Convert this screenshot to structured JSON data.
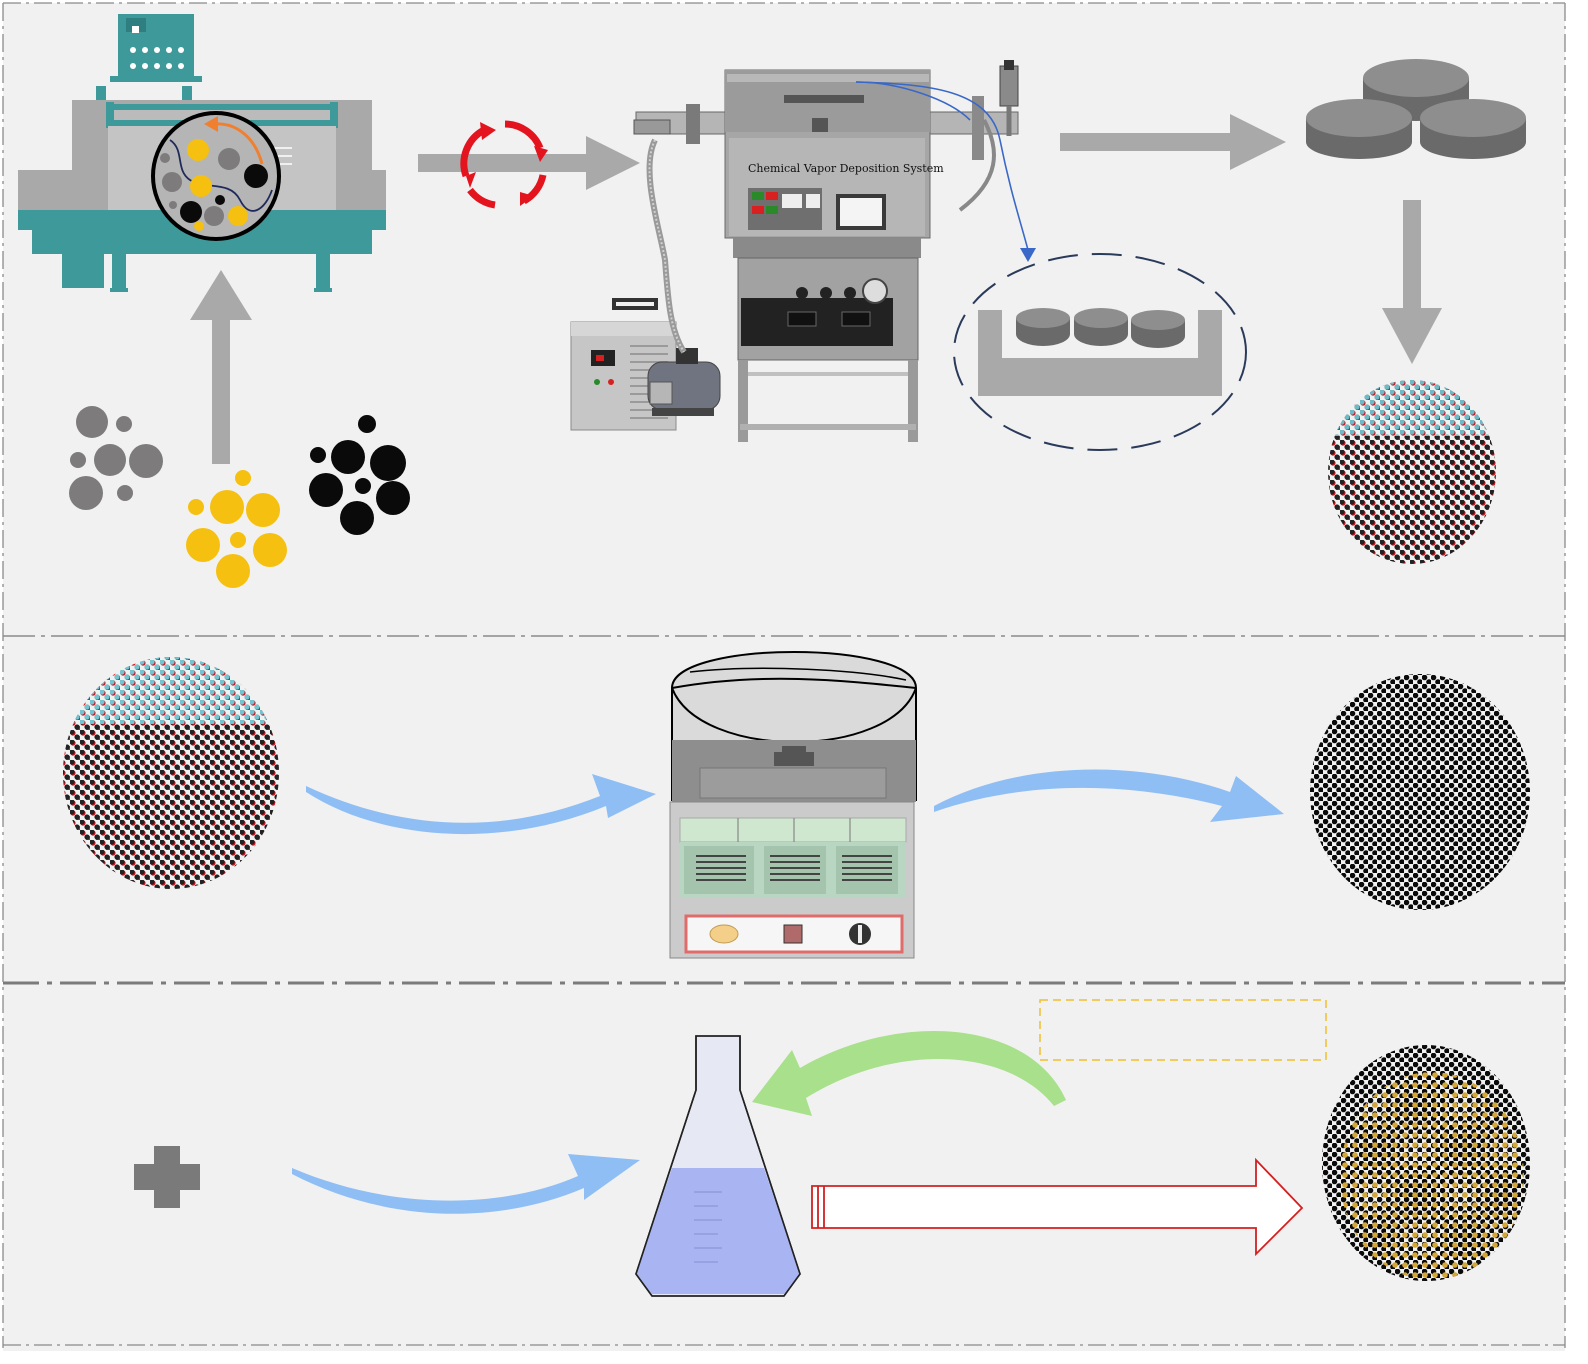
{
  "diagram": {
    "background_color": "#f1f1f1",
    "panels": [
      {
        "id": "top",
        "content": "ball mill -> chemical vapor deposition -> pressed pellets -> porous disc"
      },
      {
        "id": "middle",
        "content": "porous disc -> heating on magnetic stirrer hot plate -> dark porous disc"
      },
      {
        "id": "bottom",
        "content": "reagent + solution in flask -> immersion -> gold-coated porous disc"
      }
    ],
    "furnace": {
      "label": "Chemical Vapor Deposition System"
    },
    "colors": {
      "mill_teal": "#3e9a9a",
      "machine_gray": "#a9a9a9",
      "yellow_particles": "#f5c010",
      "black_particles": "#0a0a0a",
      "gray_particles": "#7d7b7b",
      "recycle_red": "#e4141e",
      "blue_arrow": "#8fbef5",
      "green_arrow": "#a8e08c",
      "red_outline_arrow": "#d42020",
      "flask_liquid": "#a9b4f3",
      "gold_dots": "#d3a635",
      "dashed_box": "#f0c030"
    }
  }
}
